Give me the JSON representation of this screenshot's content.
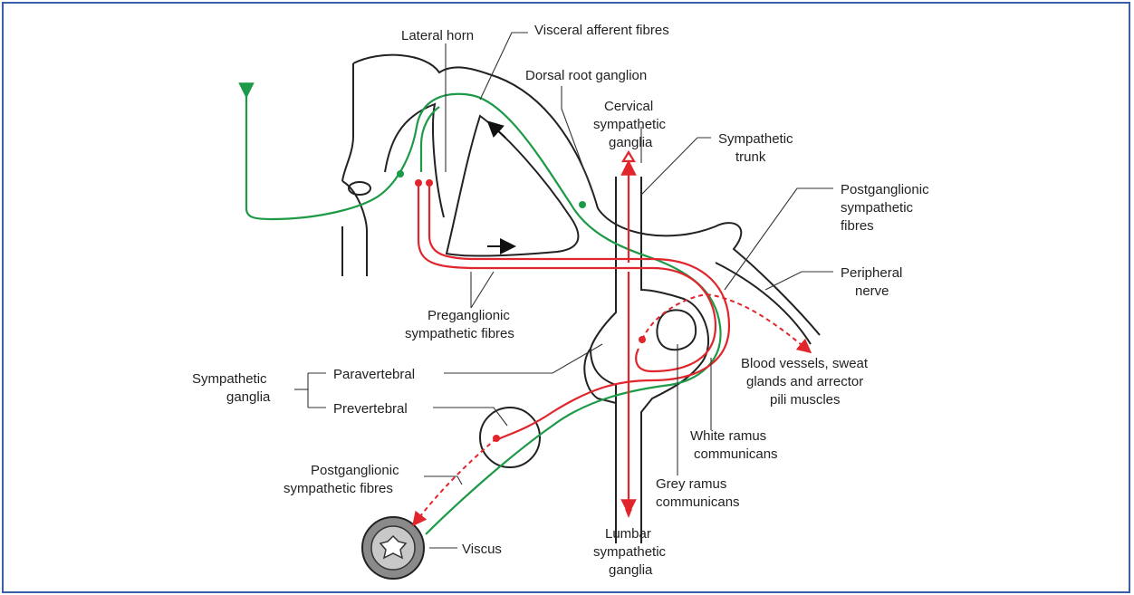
{
  "labels": {
    "lateral_horn": "Lateral horn",
    "visceral_afferent": "Visceral afferent fibres",
    "dorsal_root_ganglion": "Dorsal root ganglion",
    "cervical_1": "Cervical",
    "cervical_2": "sympathetic",
    "cervical_3": "ganglia",
    "trunk_1": "Sympathetic",
    "trunk_2": "trunk",
    "postgang_r_1": "Postganglionic",
    "postgang_r_2": "sympathetic",
    "postgang_r_3": "fibres",
    "peripheral_1": "Peripheral",
    "peripheral_2": "nerve",
    "pregang_1": "Preganglionic",
    "pregang_2": "sympathetic fibres",
    "symp_ganglia_1": "Sympathetic",
    "symp_ganglia_2": "ganglia",
    "paravertebral": "Paravertebral",
    "prevertebral": "Prevertebral",
    "blood_1": "Blood vessels, sweat",
    "blood_2": "glands and arrector",
    "blood_3": "pili muscles",
    "white_1": "White ramus",
    "white_2": "communicans",
    "grey_1": "Grey ramus",
    "grey_2": "communicans",
    "postgang_l_1": "Postganglionic",
    "postgang_l_2": "sympathetic fibres",
    "lumbar_1": "Lumbar",
    "lumbar_2": "sympathetic",
    "lumbar_3": "ganglia",
    "viscus": "Viscus"
  },
  "colors": {
    "frame": "#3a5fa8",
    "sympathetic_efferent": "#e0262c",
    "visceral_afferent": "#1d9a48",
    "outline": "#222222"
  }
}
